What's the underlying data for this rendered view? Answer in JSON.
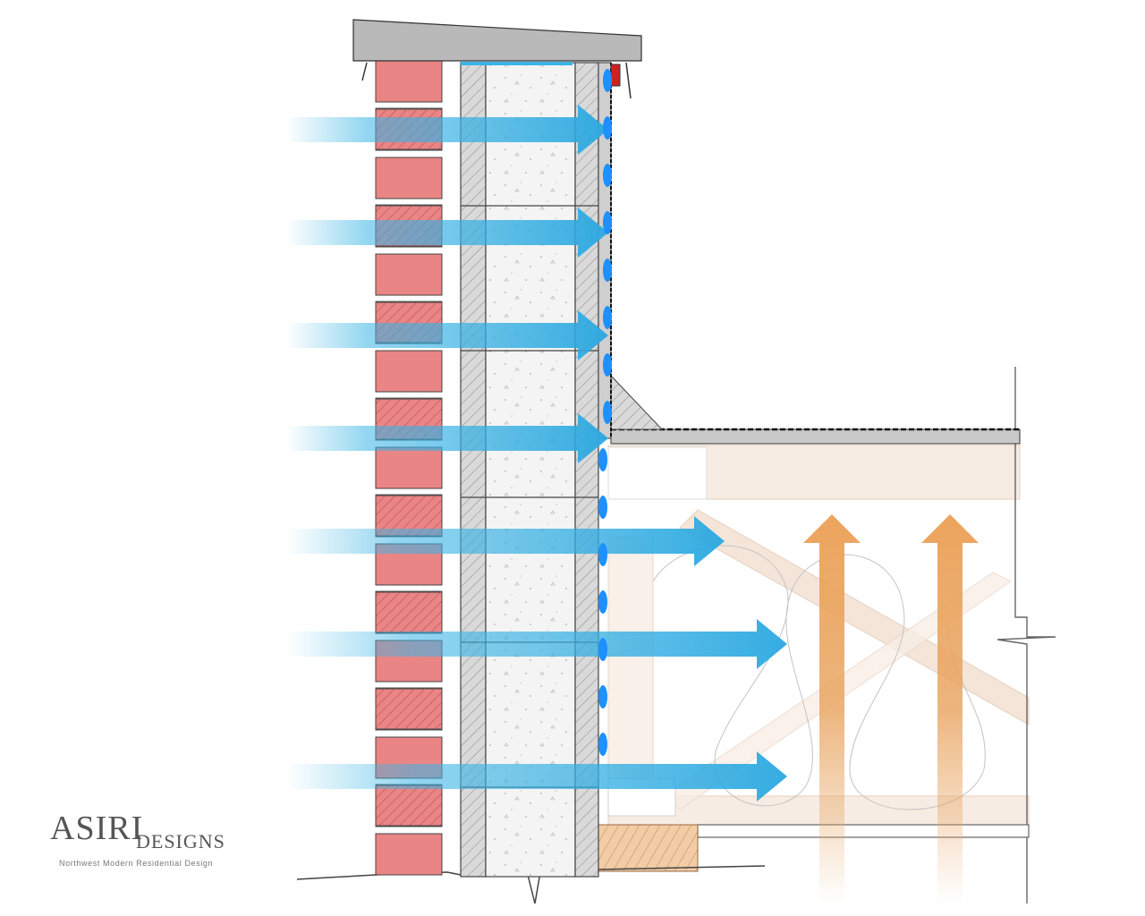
{
  "logo": {
    "main": "ASIRI",
    "sub": "DESIGNS",
    "tagline": "Northwest Modern Residential Design"
  },
  "colors": {
    "brick": "#e98585",
    "brick_hatch": "#b74a4a",
    "block": "#f4f4f4",
    "wall_stroke": "#444444",
    "coping": "#b9b9b9",
    "moisture_arrow": "#3bb4e5",
    "heat_arrow": "#e8a25c",
    "droplet": "#1e90ff",
    "framing": "#f5e6da",
    "plate": "#e9b88a"
  },
  "diagram": {
    "wall_layers": [
      "brick-veneer",
      "cavity",
      "block-wall",
      "membrane"
    ],
    "moisture_arrow_count": 7,
    "heat_arrow_count": 2,
    "droplet_count": 15
  }
}
